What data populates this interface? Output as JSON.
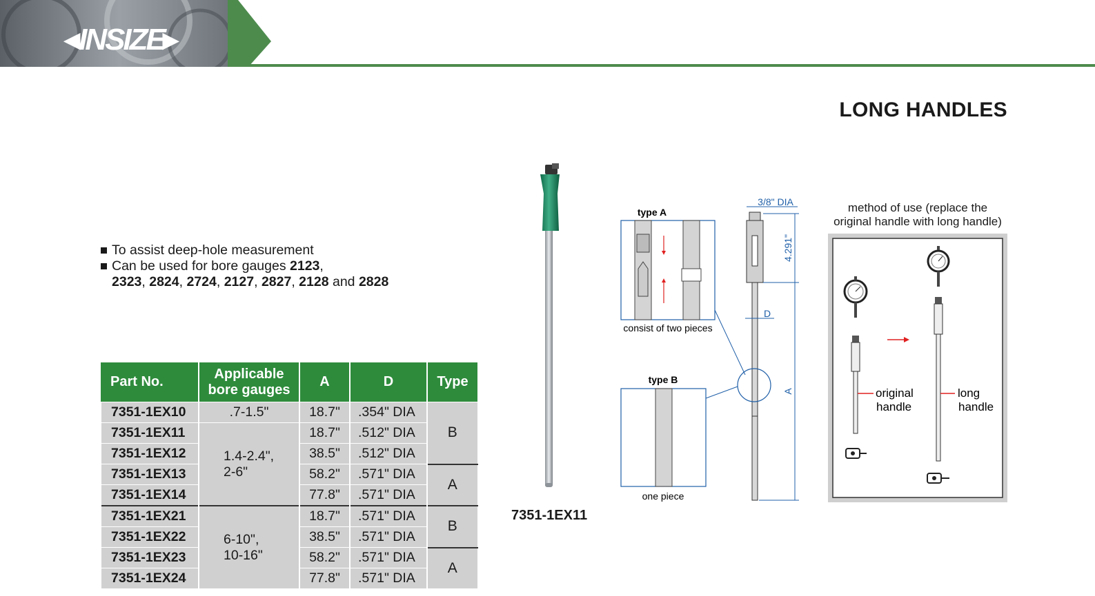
{
  "header": {
    "logo_text": "INSIZE",
    "brand_color": "#4d8b4d"
  },
  "page_title": "LONG HANDLES",
  "features": {
    "line1": "To assist deep-hole measurement",
    "line2_prefix": "Can be used for bore gauges ",
    "g1": "2123",
    "sep1": ",",
    "g2": "2323",
    "g3": "2824",
    "g4": "2724",
    "g5": "2127",
    "g6": "2827",
    "g7": "2128",
    "and": " and ",
    "g8": "2828",
    "comma": ", "
  },
  "table": {
    "headers": {
      "part": "Part No.",
      "gauges_l1": "Applicable",
      "gauges_l2": "bore gauges",
      "a": "A",
      "d": "D",
      "type": "Type"
    },
    "gauge_groups": {
      "g0": ".7-1.5\"",
      "g1_l1": "1.4-2.4\",",
      "g1_l2": "2-6\"",
      "g2_l1": "6-10\",",
      "g2_l2": "10-16\""
    },
    "types": {
      "t0": "B",
      "t1": "A",
      "t2": "B",
      "t3": "A"
    },
    "rows": [
      {
        "part": "7351-1EX10",
        "a": "18.7\"",
        "d": ".354\" DIA"
      },
      {
        "part": "7351-1EX11",
        "a": "18.7\"",
        "d": ".512\" DIA"
      },
      {
        "part": "7351-1EX12",
        "a": "38.5\"",
        "d": ".512\" DIA"
      },
      {
        "part": "7351-1EX13",
        "a": "58.2\"",
        "d": ".571\" DIA"
      },
      {
        "part": "7351-1EX14",
        "a": "77.8\"",
        "d": ".571\" DIA"
      },
      {
        "part": "7351-1EX21",
        "a": "18.7\"",
        "d": ".571\" DIA"
      },
      {
        "part": "7351-1EX22",
        "a": "38.5\"",
        "d": ".571\" DIA"
      },
      {
        "part": "7351-1EX23",
        "a": "58.2\"",
        "d": ".571\" DIA"
      },
      {
        "part": "7351-1EX24",
        "a": "77.8\"",
        "d": ".571\" DIA"
      }
    ]
  },
  "product_code": "7351-1EX11",
  "diagram": {
    "type_a": "type A",
    "type_a_caption": "consist of two pieces",
    "type_b": "type B",
    "type_b_caption": "one piece",
    "dia_label": "3/8\" DIA",
    "len_label": "4.291\"",
    "d_label": "D",
    "a_label": "A"
  },
  "method": {
    "title_l1": "method of use (replace the",
    "title_l2": "original handle with long handle)",
    "original_l1": "original",
    "original_l2": "handle",
    "long_l1": "long",
    "long_l2": "handle"
  }
}
